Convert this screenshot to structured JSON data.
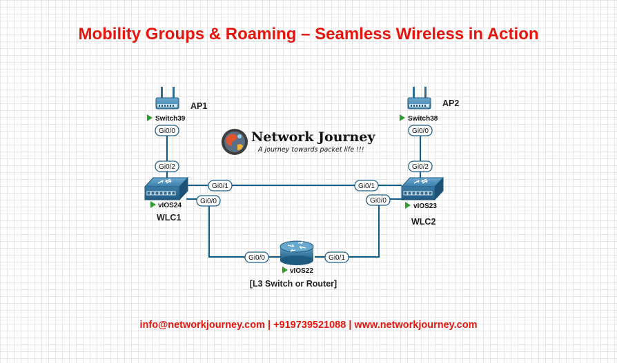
{
  "title": "Mobility Groups & Roaming – Seamless Wireless in Action",
  "logo": {
    "name": "Network Journey",
    "tagline": "A journey towards packet life !!!"
  },
  "nodes": {
    "ap1": {
      "name": "AP1",
      "label": "Switch39"
    },
    "ap2": {
      "name": "AP2",
      "label": "Switch38"
    },
    "wlc1": {
      "name": "WLC1",
      "label": "vIOS24"
    },
    "wlc2": {
      "name": "WLC2",
      "label": "vIOS23"
    },
    "router": {
      "label": "vIOS22",
      "caption": "[L3 Switch or Router]"
    }
  },
  "ports": {
    "ap1_gi00": "Gi0/0",
    "wlc1_gi02": "Gi0/2",
    "ap2_gi00": "Gi0/0",
    "wlc2_gi02": "Gi0/2",
    "wlc1_gi01": "Gi0/1",
    "wlc2_gi01": "Gi0/1",
    "wlc1_gi00": "Gi0/0",
    "wlc2_gi00": "Gi0/0",
    "router_gi00": "Gi0/0",
    "router_gi01": "Gi0/1"
  },
  "colors": {
    "title": "#e8140c",
    "link": "#0d5a84",
    "device": "#2a6e97",
    "status_play": "#2e9e2e"
  },
  "footer": "info@networkjourney.com | +919739521088 | www.networkjourney.com"
}
